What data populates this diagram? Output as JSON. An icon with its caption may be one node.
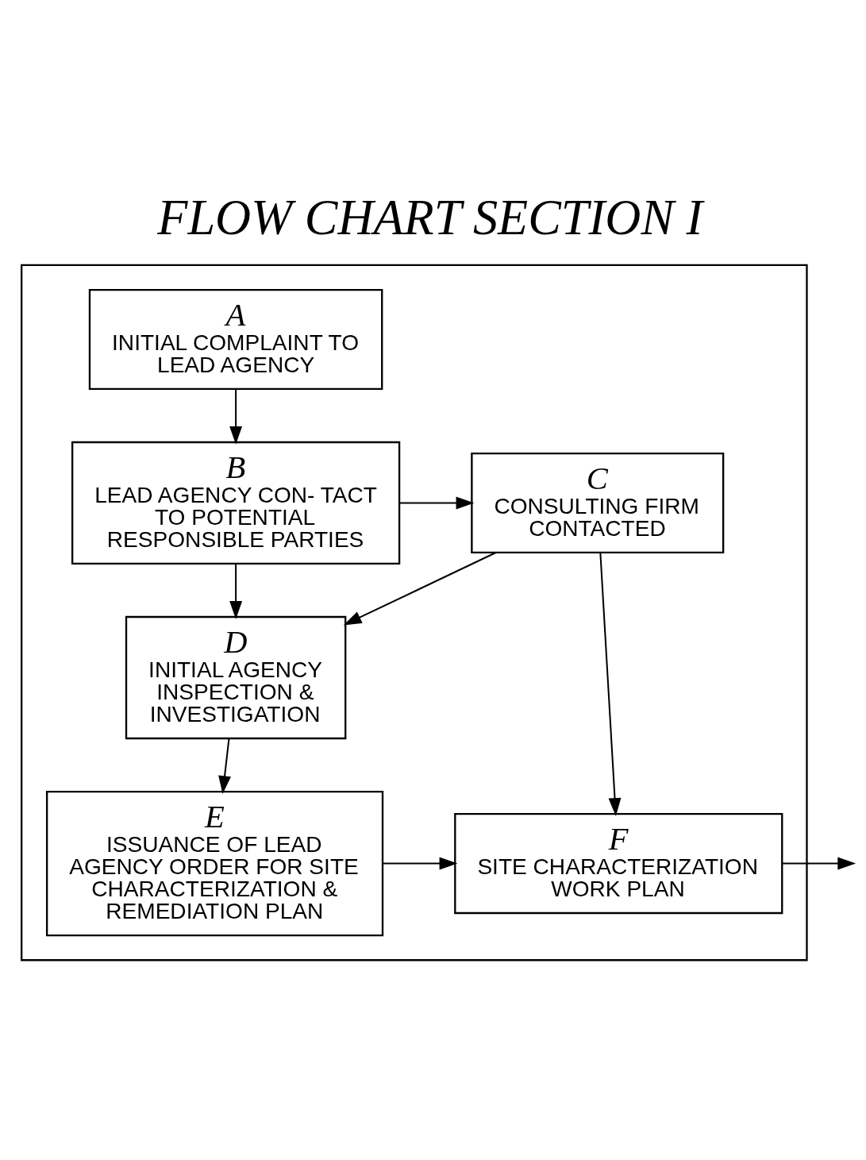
{
  "diagram": {
    "title": "FLOW CHART SECTION I",
    "nodes": [
      {
        "text": [],
        "shape": "box"
      },
      {
        "text": [
          "A",
          "INITIAL COMPLAINT TO LEAD AGENCY"
        ],
        "in": 0
      },
      {
        "text": [
          "B",
          "LEAD AGENCY CON- TACT TO POTENTIAL RESPONSIBLE PARTIES"
        ],
        "in": 0
      },
      {
        "text": [
          "C",
          "CONSULTING FIRM CONTACTED"
        ],
        "in": 0
      },
      {
        "text": [
          "D",
          "INITIAL AGENCY INSPECTION & INVESTIGATION"
        ],
        "in": 0
      },
      {
        "text": [
          "E",
          "ISSUANCE OF LEAD AGENCY ORDER FOR SITE CHARACTERIZATION & REMEDIATION PLAN"
        ],
        "in": 0
      },
      {
        "text": [
          "F",
          "SITE CHARACTERIZATION WORK PLAN"
        ],
        "in": 0
      }
    ],
    "edges": [
      {
        "from": 1,
        "to": 2,
        "arrow": "to"
      },
      {
        "from": 2,
        "to": 3,
        "arrow": "to"
      },
      {
        "from": 2,
        "to": 4,
        "arrow": "to"
      },
      {
        "from": 3,
        "to": 4,
        "arrow": "to"
      },
      {
        "from": 3,
        "to": 6,
        "arrow": "to"
      },
      {
        "from": 4,
        "to": 5,
        "arrow": "to"
      },
      {
        "from": 5,
        "to": 6,
        "arrow": "to"
      },
      {
        "from": 6,
        "to": null,
        "arrow": "to"
      }
    ]
  }
}
